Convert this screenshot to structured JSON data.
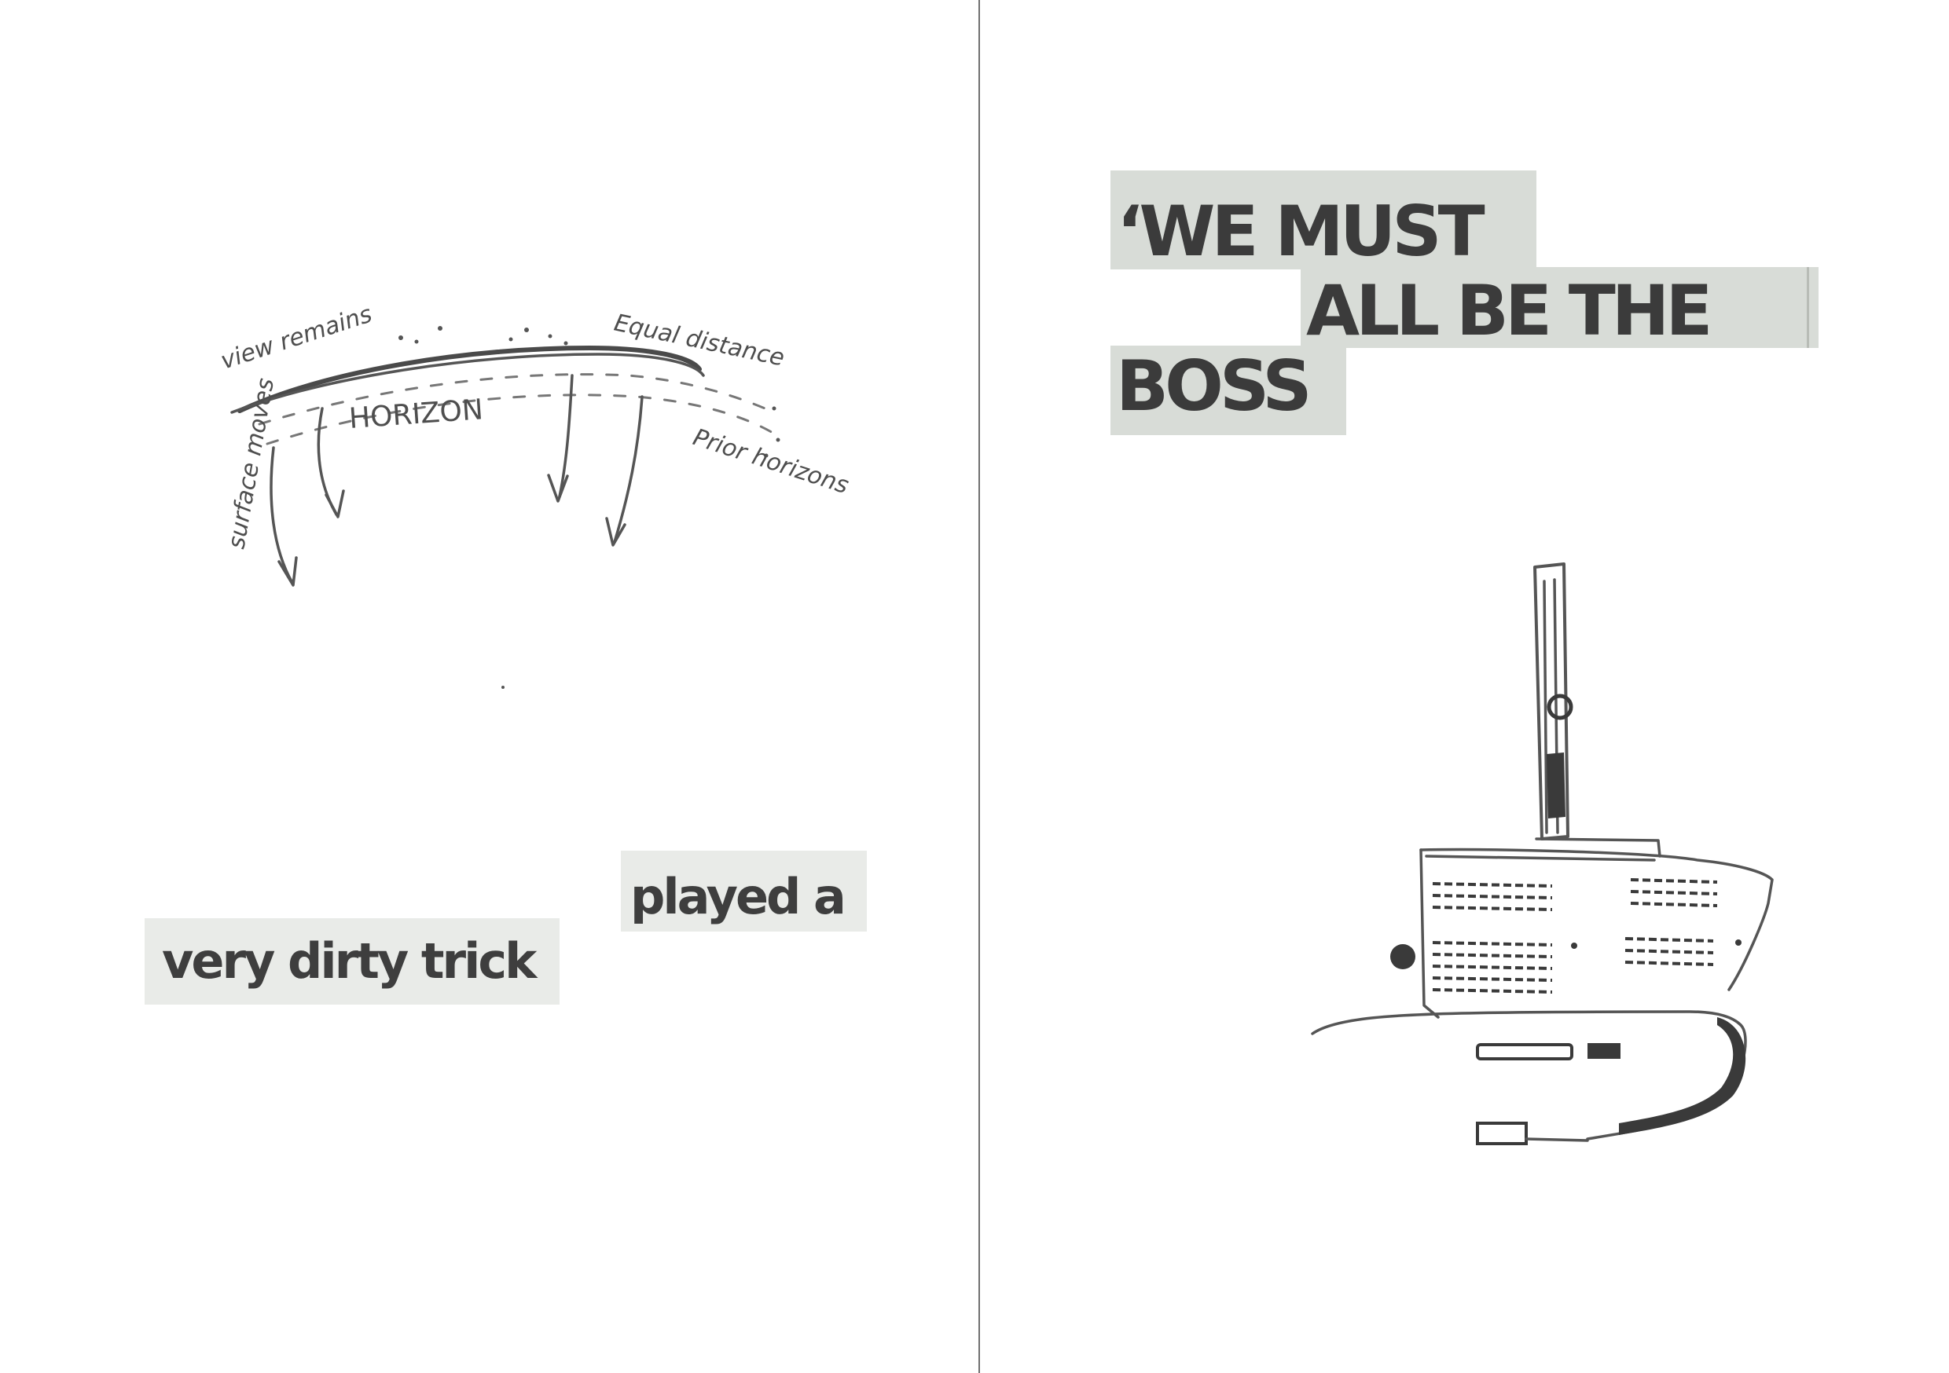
{
  "left_page": {
    "sketch_labels": {
      "view_remains": "view remains",
      "horizon": "HORIZON",
      "equal_distance": "Equal distance",
      "prior_horizons": "Prior horizons",
      "surface_moves": "surface moves"
    },
    "clippings": {
      "line1": "played a",
      "line2": "very dirty trick"
    }
  },
  "right_page": {
    "headline": {
      "line1": "‘WE MUST",
      "line2": "ALL BE THE",
      "line3": "BOSS"
    },
    "drawing_icon": "projector-sketch-icon"
  },
  "colors": {
    "paper": "#ffffff",
    "clipping_bg": "#e9ebe8",
    "headline_bg": "#d8dcd7",
    "ink": "#3e3e3e",
    "gutter": "#6f6f6f"
  }
}
